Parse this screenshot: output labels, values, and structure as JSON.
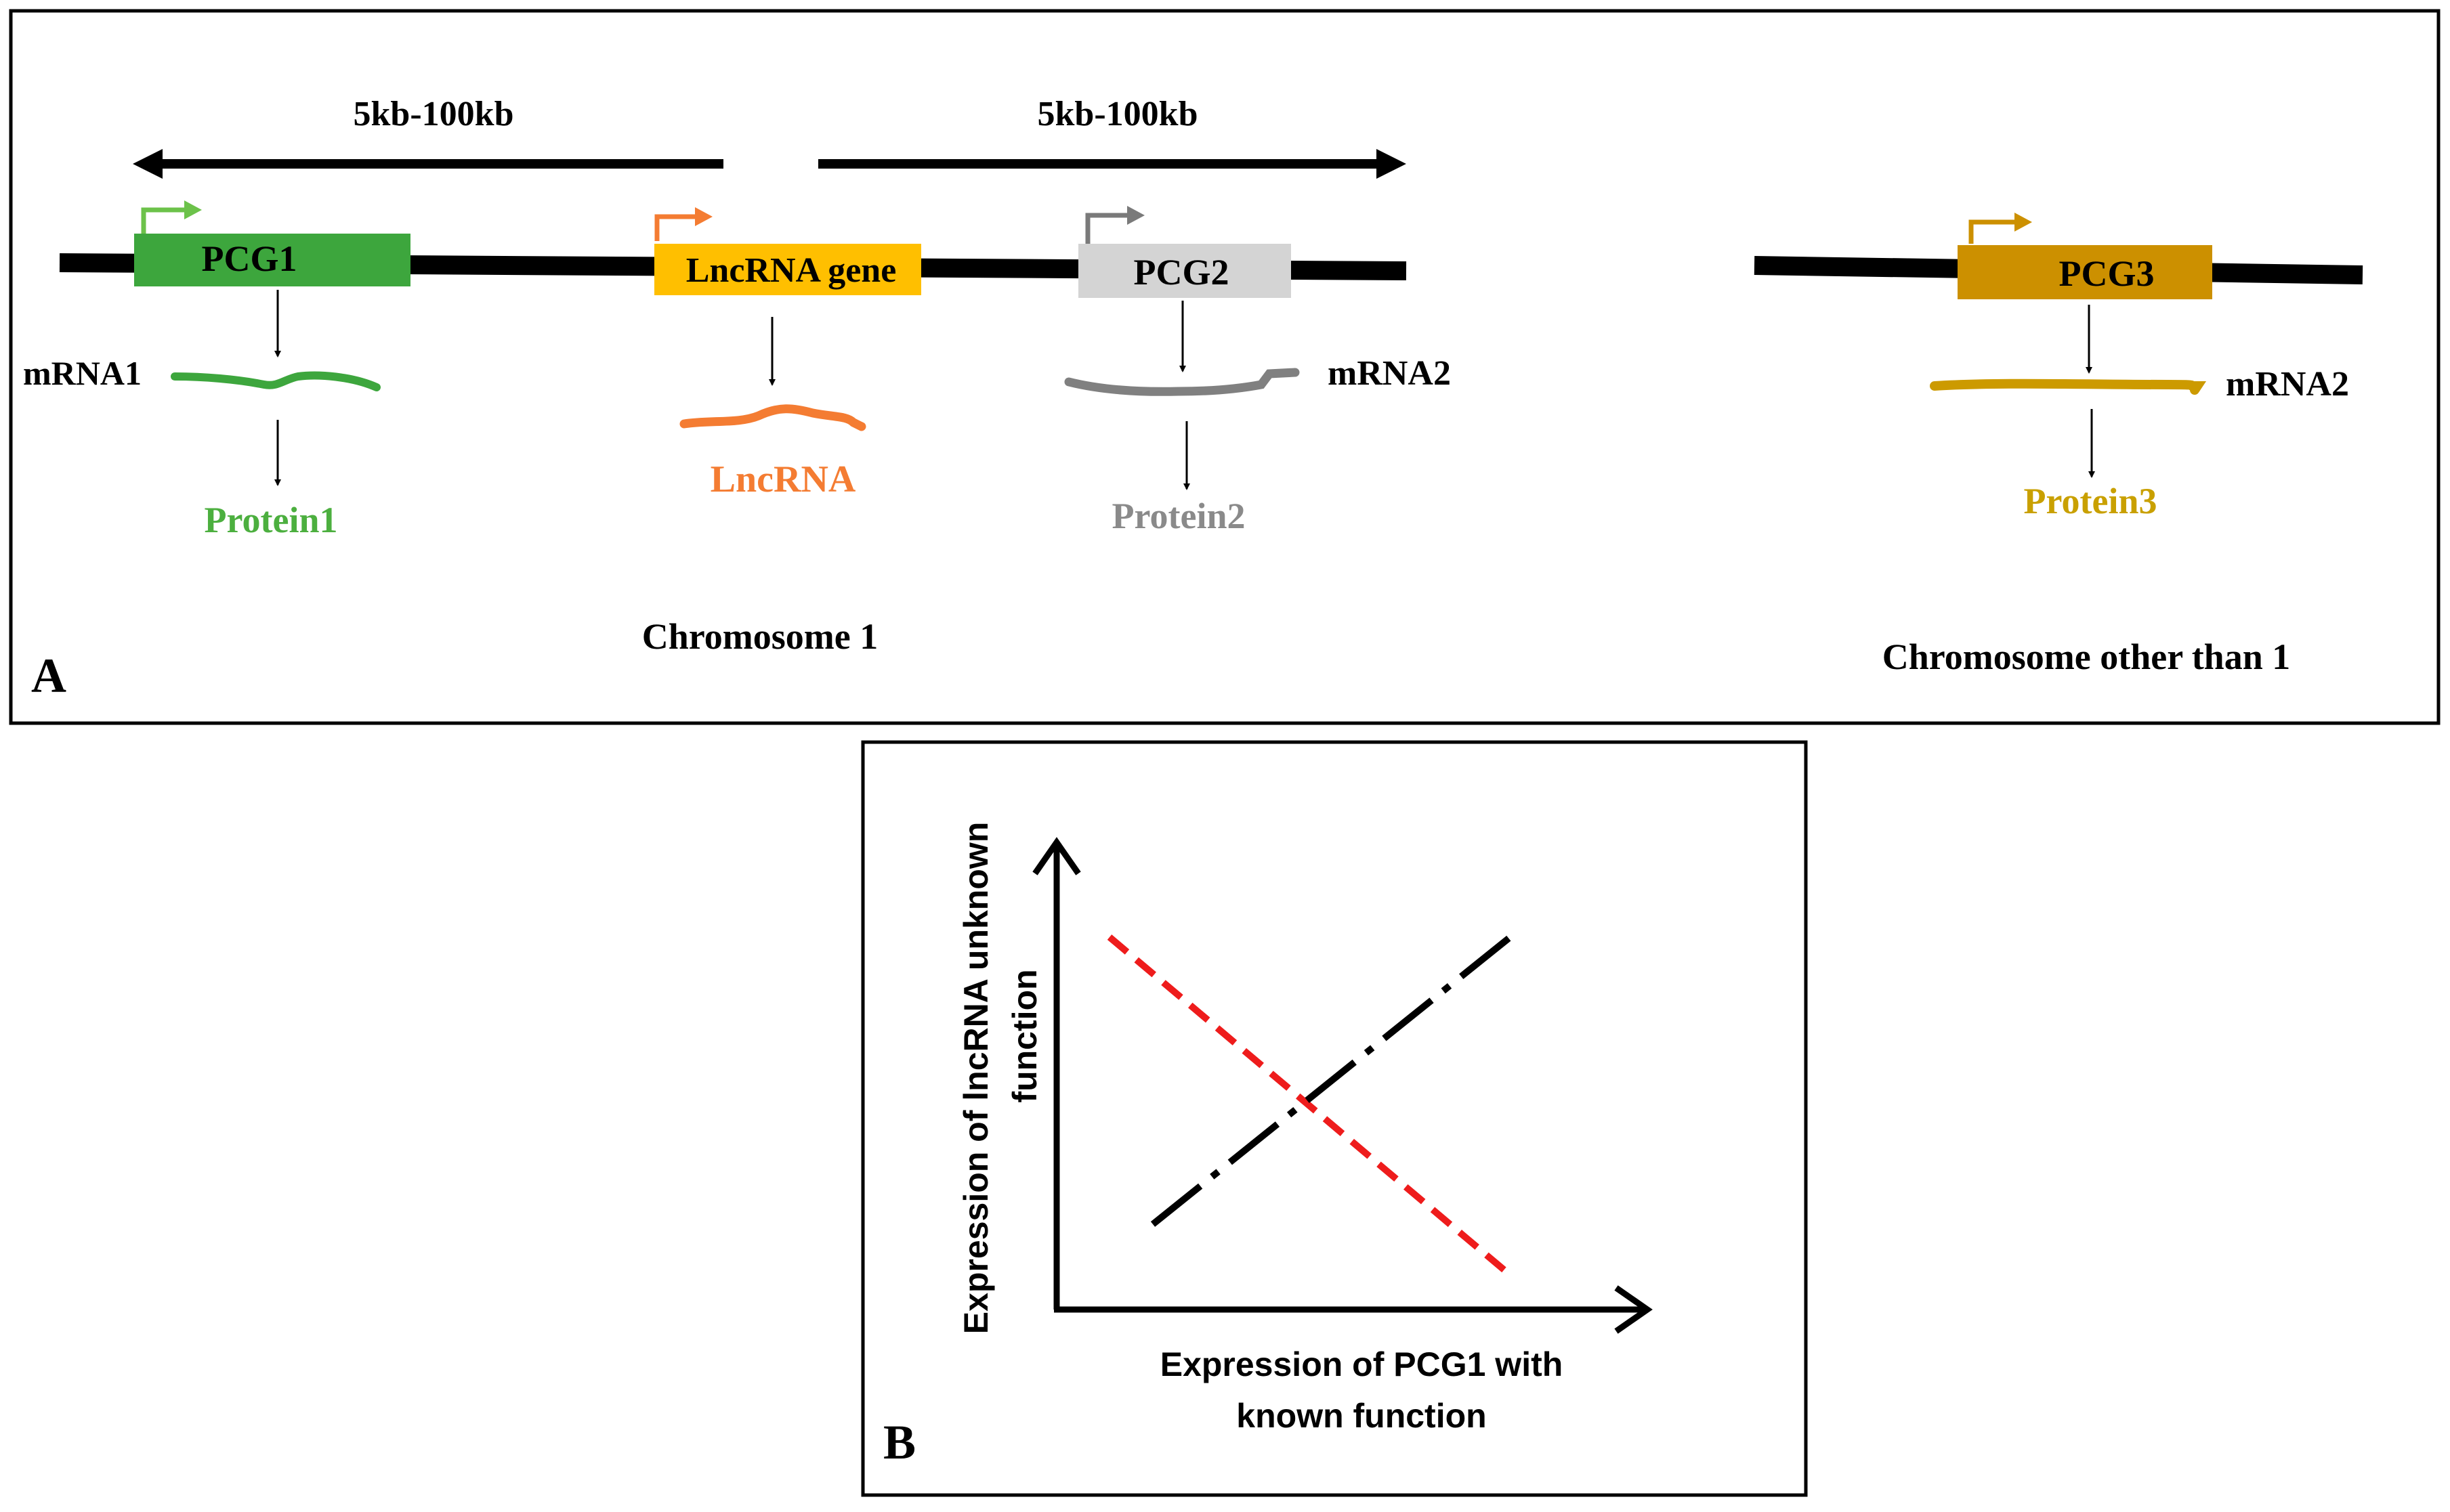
{
  "panel_a": {
    "label": "A",
    "distance_left": "5kb-100kb",
    "distance_right": "5kb-100kb",
    "chromosome1_caption": "Chromosome 1",
    "chromosome_other_caption": "Chromosome other than 1",
    "genes": {
      "pcg1": "PCG1",
      "lncrna_gene": "LncRNA gene",
      "pcg2": "PCG2",
      "pcg3": "PCG3"
    },
    "transcripts": {
      "mrna1": "mRNA1",
      "mrna2": "mRNA2",
      "mrna2_chr_other": "mRNA2"
    },
    "products": {
      "protein1": "Protein1",
      "lncrna": "LncRNA",
      "protein2": "Protein2",
      "protein3": "Protein3"
    }
  },
  "panel_b": {
    "label": "B",
    "y_axis_label_line1": "Expression of lncRNA unknown",
    "y_axis_label_line2": "function",
    "x_axis_label_line1": "Expression of PCG1 with",
    "x_axis_label_line2": "known function"
  },
  "colors": {
    "pcg1": "#3da63d",
    "protein1_text": "#4caf3f",
    "lncrna_gene": "#ffbf00",
    "lncrna": "#f47c32",
    "pcg2_box": "#d4d4d4",
    "grey_transcript": "#808080",
    "pcg3": "#cc9000",
    "protein3_text": "#c9a000",
    "negative_line": "#ee1c1c",
    "positive_line": "#000000"
  }
}
